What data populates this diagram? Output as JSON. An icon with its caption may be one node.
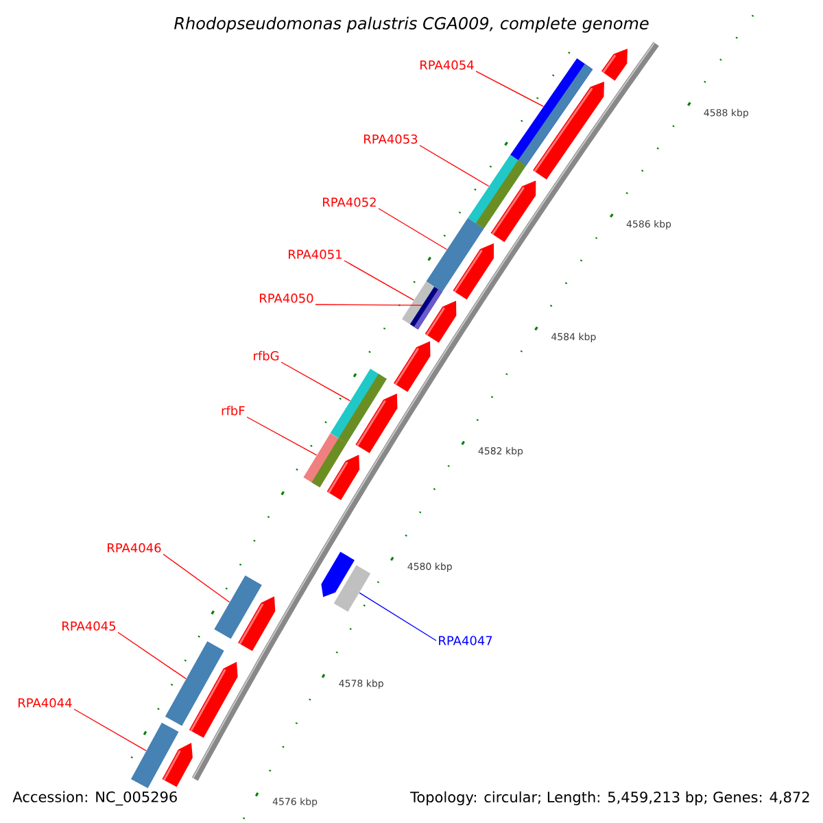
{
  "diagram": {
    "title": "Rhodopseudomonas palustris CGA009, complete genome",
    "nodes": [
      {
        "text": [
          "RPA4054"
        ]
      },
      {
        "text": [],
        "shape": "bar"
      },
      {
        "text": [
          "RPA4053"
        ]
      },
      {
        "text": [],
        "shape": "bar"
      },
      {
        "text": [
          "RPA4052"
        ]
      },
      {
        "text": [],
        "shape": "bar"
      },
      {
        "text": [
          "RPA4051"
        ]
      },
      {
        "text": [],
        "shape": "bar"
      },
      {
        "text": [
          "RPA4050"
        ]
      },
      {
        "text": [],
        "shape": "bar"
      },
      {
        "text": [
          "rfbG"
        ]
      },
      {
        "text": [],
        "shape": "bar"
      },
      {
        "text": [
          "rfbF"
        ]
      },
      {
        "text": [],
        "shape": "bar"
      },
      {
        "text": [
          "RPA4046"
        ]
      },
      {
        "text": [],
        "shape": "bar"
      },
      {
        "text": [
          "RPA4045"
        ]
      },
      {
        "text": [],
        "shape": "bar"
      },
      {
        "text": [
          "RPA4047"
        ]
      },
      {
        "text": [],
        "shape": "bar"
      },
      {
        "text": [
          "RPA4044"
        ]
      },
      {
        "text": [],
        "shape": "bar"
      }
    ],
    "edges": [
      {
        "from": 0,
        "to": 1,
        "arrow": "none"
      },
      {
        "from": 2,
        "to": 3,
        "arrow": "none"
      },
      {
        "from": 4,
        "to": 5,
        "arrow": "none"
      },
      {
        "from": 6,
        "to": 7,
        "arrow": "none"
      },
      {
        "from": 8,
        "to": 9,
        "arrow": "none"
      },
      {
        "from": 10,
        "to": 11,
        "arrow": "none"
      },
      {
        "from": 12,
        "to": 13,
        "arrow": "none"
      },
      {
        "from": 14,
        "to": 15,
        "arrow": "none"
      },
      {
        "from": 16,
        "to": 17,
        "arrow": "none"
      },
      {
        "from": 18,
        "to": 19,
        "arrow": "none",
        "color": "#0000ff"
      },
      {
        "from": 20,
        "to": 21,
        "arrow": "none"
      }
    ],
    "labels": [
      "4588 kbp",
      "4586 kbp",
      "4584 kbp",
      "4582 kbp",
      "4580 kbp",
      "4578 kbp",
      "4576 kbp",
      "Accession: NC_005296",
      "Topology: circular; Length: 5,459,213 bp; Genes: 4,872"
    ]
  }
}
